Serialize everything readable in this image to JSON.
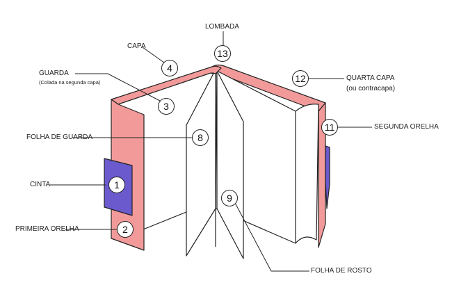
{
  "labels": {
    "lombada": "LOMBADA",
    "capa": "CAPA",
    "guarda": "GUARDA",
    "guarda_note": "(Colada na segunda capa)",
    "folha_de_guarda": "FOLHA DE GUARDA",
    "cinta": "CINTA",
    "primeira_orelha": "PRIMEIRA ORELHA",
    "quarta_capa": "QUARTA CAPA",
    "quarta_capa_note": "(ou contracapa)",
    "segunda_orelha": "SEGUNDA ORELHA",
    "folha_de_rosto": "FOLHA DE ROSTO"
  },
  "numbers": {
    "n1": "1",
    "n2": "2",
    "n3": "3",
    "n4": "4",
    "n8": "8",
    "n9": "9",
    "n11": "11",
    "n12": "12",
    "n13": "13"
  },
  "colors": {
    "cover": "#f29a9a",
    "band": "#6a5acd"
  }
}
